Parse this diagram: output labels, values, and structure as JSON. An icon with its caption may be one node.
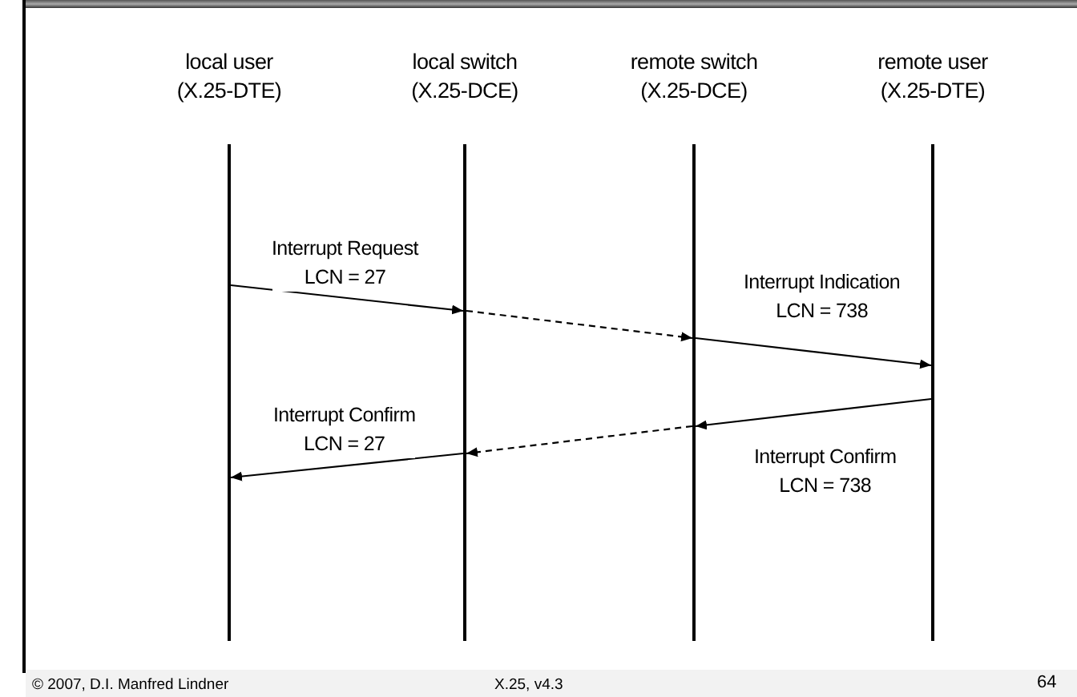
{
  "diagram": {
    "nodes": [
      {
        "text": [
          "local user",
          "(X.25-DTE)"
        ]
      },
      {
        "text": [
          "local switch",
          "(X.25-DCE)"
        ]
      },
      {
        "text": [
          "remote switch",
          "(X.25-DCE)"
        ]
      },
      {
        "text": [
          "remote user",
          "(X.25-DTE)"
        ]
      }
    ],
    "edges": [
      {
        "from": 0,
        "to": 1,
        "arrow": "to",
        "label": "Interrupt Request LCN = 27"
      },
      {
        "from": 1,
        "to": 2,
        "arrow": "to",
        "style": "dashed"
      },
      {
        "from": 2,
        "to": 3,
        "arrow": "to",
        "label": "Interrupt Indication LCN = 738"
      },
      {
        "from": 3,
        "to": 2,
        "arrow": "to",
        "label": "Interrupt Confirm LCN = 738"
      },
      {
        "from": 2,
        "to": 1,
        "arrow": "to",
        "style": "dashed"
      },
      {
        "from": 1,
        "to": 0,
        "arrow": "to",
        "label": "Interrupt Confirm LCN = 27"
      }
    ],
    "labels": [
      "© 2007, D.I. Manfred Lindner",
      "X.25, v4.3",
      "64"
    ]
  }
}
